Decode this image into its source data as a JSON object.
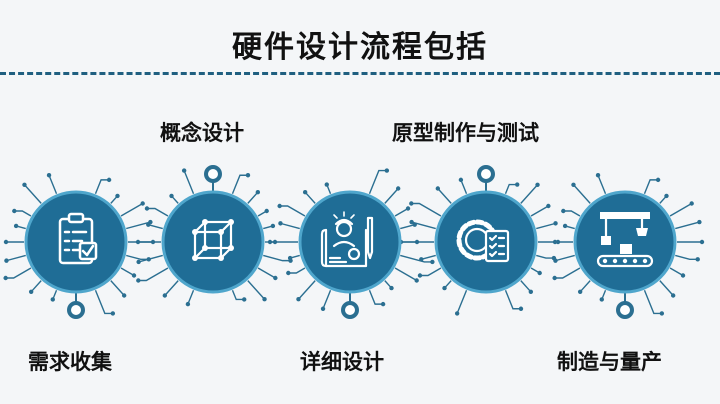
{
  "title": "硬件设计流程包括",
  "steps": [
    {
      "label": "需求收集",
      "icon": "clipboard-checklist-icon"
    },
    {
      "label": "概念设计",
      "icon": "wireframe-cube-icon"
    },
    {
      "label": "详细设计",
      "icon": "blueprint-engineer-icon"
    },
    {
      "label": "原型制作与测试",
      "icon": "gear-checklist-icon"
    },
    {
      "label": "制造与量产",
      "icon": "factory-conveyor-icon"
    }
  ],
  "colors": {
    "circle_fill": "#1f6d96",
    "circle_ring": "#4fa6cc",
    "trace": "#2b6f91",
    "dash": "#1f5f80",
    "background": "#f4f6f8"
  }
}
